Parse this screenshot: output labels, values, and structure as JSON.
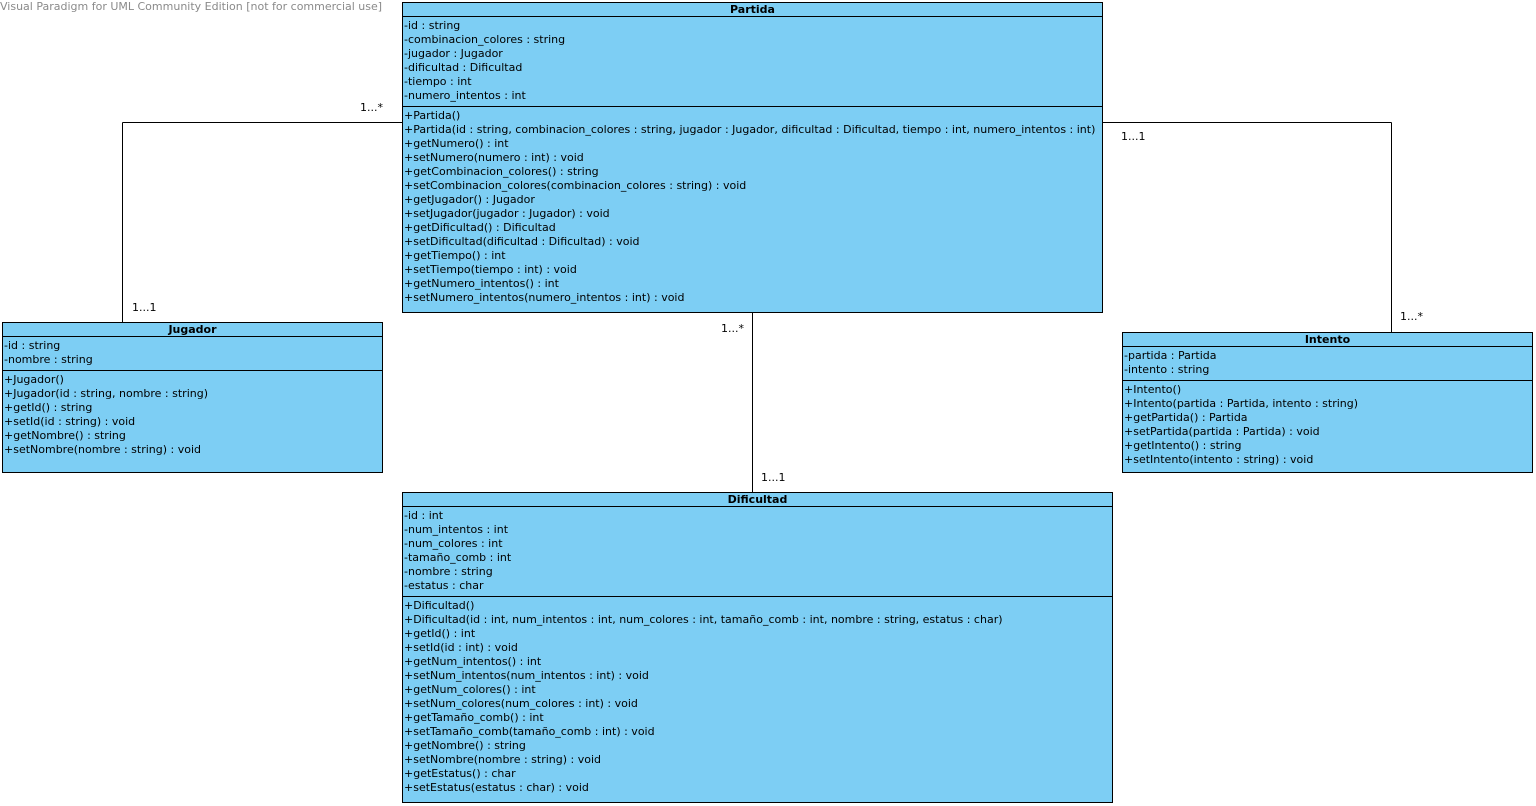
{
  "watermark": "Visual Paradigm for UML Community Edition [not for commercial use]",
  "classes": {
    "partida": {
      "name": "Partida",
      "attributes": [
        "-id : string",
        "-combinacion_colores : string",
        "-jugador : Jugador",
        "-dificultad : Dificultad",
        "-tiempo : int",
        "-numero_intentos : int"
      ],
      "operations": [
        "+Partida()",
        "+Partida(id : string, combinacion_colores : string, jugador : Jugador, dificultad : Dificultad, tiempo : int, numero_intentos : int)",
        "+getNumero() : int",
        "+setNumero(numero : int) : void",
        "+getCombinacion_colores() : string",
        "+setCombinacion_colores(combinacion_colores : string) : void",
        "+getJugador() : Jugador",
        "+setJugador(jugador : Jugador) : void",
        "+getDificultad() : Dificultad",
        "+setDificultad(dificultad : Dificultad) : void",
        "+getTiempo() : int",
        "+setTiempo(tiempo : int) : void",
        "+getNumero_intentos() : int",
        "+setNumero_intentos(numero_intentos : int) : void"
      ]
    },
    "jugador": {
      "name": "Jugador",
      "attributes": [
        "-id : string",
        "-nombre : string"
      ],
      "operations": [
        "+Jugador()",
        "+Jugador(id : string, nombre : string)",
        "+getId() : string",
        "+setId(id : string) : void",
        "+getNombre() : string",
        "+setNombre(nombre : string) : void"
      ]
    },
    "intento": {
      "name": "Intento",
      "attributes": [
        "-partida : Partida",
        "-intento : string"
      ],
      "operations": [
        "+Intento()",
        "+Intento(partida : Partida, intento : string)",
        "+getPartida() : Partida",
        "+setPartida(partida : Partida) : void",
        "+getIntento() : string",
        "+setIntento(intento : string) : void"
      ]
    },
    "dificultad": {
      "name": "Dificultad",
      "attributes": [
        "-id : int",
        "-num_intentos : int",
        "-num_colores : int",
        "-tamaño_comb : int",
        "-nombre : string",
        "-estatus : char"
      ],
      "operations": [
        "+Dificultad()",
        "+Dificultad(id : int, num_intentos : int, num_colores : int, tamaño_comb : int, nombre : string, estatus : char)",
        "+getId() : int",
        "+setId(id : int) : void",
        "+getNum_intentos() : int",
        "+setNum_intentos(num_intentos : int) : void",
        "+getNum_colores() : int",
        "+setNum_colores(num_colores : int) : void",
        "+getTamaño_comb() : int",
        "+setTamaño_comb(tamaño_comb : int) : void",
        "+getNombre() : string",
        "+setNombre(nombre : string) : void",
        "+getEstatus() : char",
        "+setEstatus(estatus : char) : void"
      ]
    }
  },
  "associations": {
    "partida_jugador": {
      "partida_end": "1...*",
      "jugador_end": "1...1"
    },
    "partida_intento": {
      "partida_end": "1...1",
      "intento_end": "1...*"
    },
    "partida_dificultad": {
      "partida_end": "1...*",
      "dificultad_end": "1...1"
    }
  }
}
